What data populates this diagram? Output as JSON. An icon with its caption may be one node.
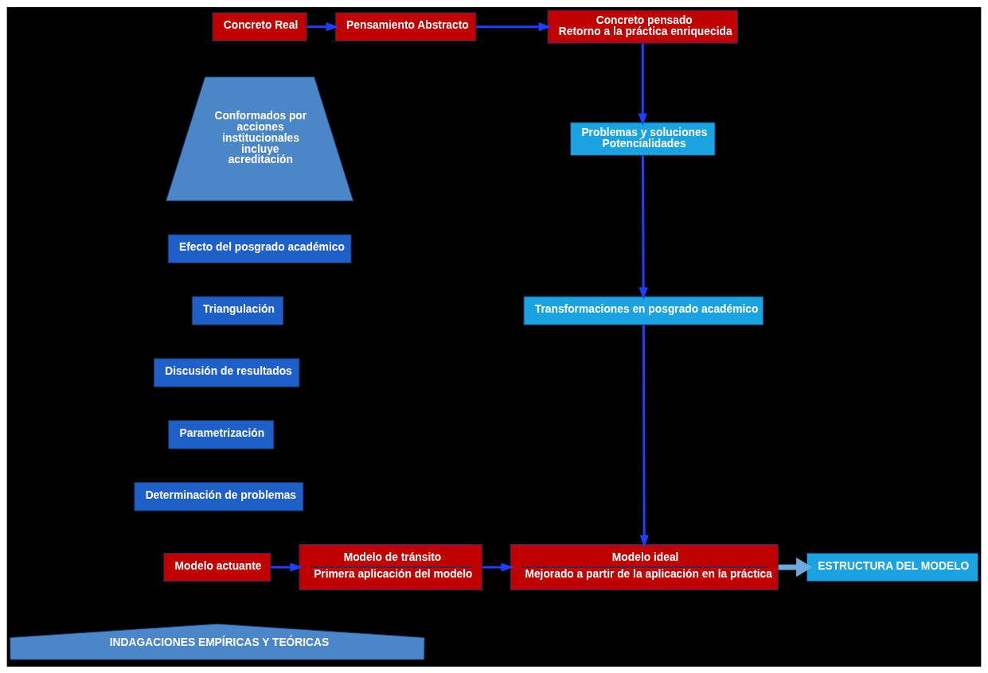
{
  "diagram": {
    "nodes": [
      {
        "text": [
          "Concreto Real"
        ]
      },
      {
        "text": [
          "Pensamiento Abstracto"
        ]
      },
      {
        "text": [
          "Concreto pensado",
          "Retorno a la práctica enriquecida"
        ]
      },
      {
        "text": [
          "Conformados por acciones institucionales incluye acreditación"
        ]
      },
      {
        "text": [
          "Efecto del posgrado académico"
        ]
      },
      {
        "text": [
          "Triangulación"
        ]
      },
      {
        "text": [
          "Discusión de resultados"
        ]
      },
      {
        "text": [
          "Parametrización"
        ]
      },
      {
        "text": [
          "Determinación de problemas"
        ]
      },
      {
        "text": [
          "Problemas y soluciones",
          "Potencialidades"
        ]
      },
      {
        "text": [
          "Transformaciones en posgrado académico"
        ]
      },
      {
        "text": [
          "Modelo actuante"
        ]
      },
      {
        "text": [
          "Modelo de tránsito",
          "Primera aplicación del modelo"
        ]
      },
      {
        "text": [
          "Modelo ideal",
          "Mejorado a partir de la aplicación en la práctica"
        ]
      },
      {
        "text": [
          "ESTRUCTURA DEL MODELO"
        ]
      },
      {
        "text": [
          "INDAGACIONES EMPÍRICAS Y TEÓRICAS"
        ]
      }
    ],
    "edges": [
      {
        "from": 0,
        "to": 1,
        "arrow": "to"
      },
      {
        "from": 1,
        "to": 2,
        "arrow": "to"
      },
      {
        "from": 2,
        "to": 9,
        "arrow": "to"
      },
      {
        "from": 9,
        "to": 10,
        "arrow": "to"
      },
      {
        "from": 10,
        "to": 13,
        "arrow": "to"
      },
      {
        "from": 11,
        "to": 12,
        "arrow": "to"
      },
      {
        "from": 12,
        "to": 13,
        "arrow": "to"
      },
      {
        "from": 13,
        "to": 14,
        "arrow": "to",
        "style": "thick",
        "color": "#6fa8dc"
      }
    ]
  }
}
